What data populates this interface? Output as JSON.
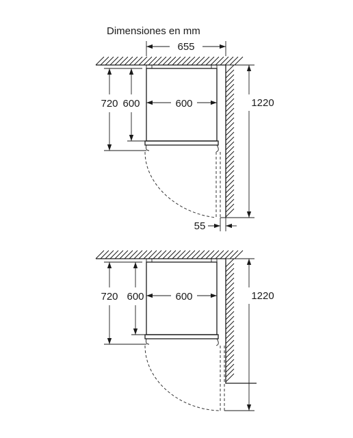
{
  "title": "Dimensiones en mm",
  "views": [
    {
      "id": "top",
      "dims": {
        "outer_width": "655",
        "total_height": "720",
        "body_height": "600",
        "body_width": "600",
        "door_open_depth": "1220",
        "wall_clearance": "55"
      }
    },
    {
      "id": "bottom",
      "dims": {
        "total_height": "720",
        "body_height": "600",
        "body_width": "600",
        "door_open_depth": "1220"
      }
    }
  ]
}
